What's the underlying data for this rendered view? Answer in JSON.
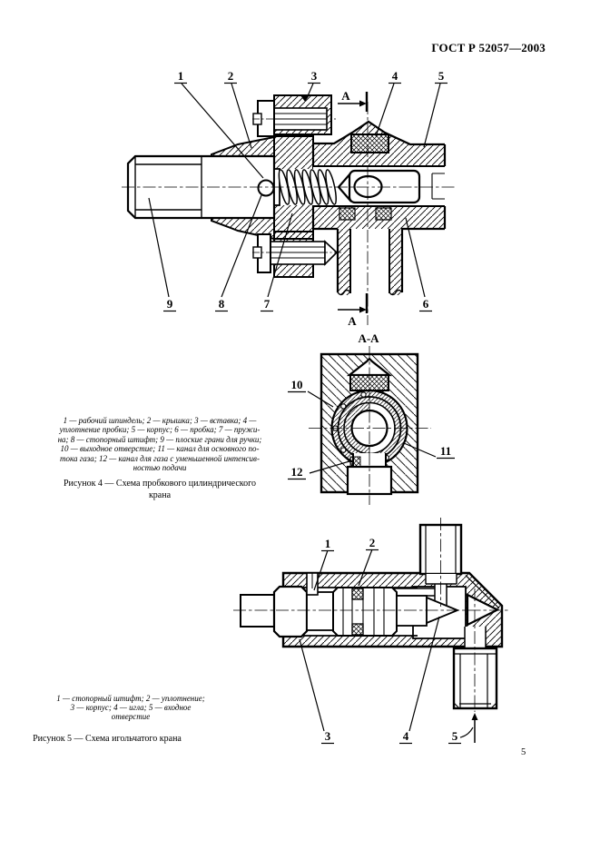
{
  "header": {
    "standard_code": "ГОСТ Р 52057—2003"
  },
  "figure4": {
    "callouts": [
      "1",
      "2",
      "3",
      "4",
      "5",
      "6",
      "7",
      "8",
      "9"
    ],
    "section_marker": "А",
    "section_view": {
      "label": "А-А",
      "callouts": [
        "10",
        "11",
        "12"
      ]
    },
    "legend_lines": [
      "1 — рабочий шпиндель; 2 — крышка; 3 — вставка; 4 —",
      "уплотнение пробки; 5 — корпус; 6 — пробка; 7 — пружи-",
      "на; 8 — стопорный штифт; 9 — плоские грани для ручки;",
      "10 — выходное отверстие; 11 — канал для основного по-",
      "тока газа; 12 — канал для газа с уменьшенной интенсив-",
      "ностью подачи"
    ],
    "caption_lines": [
      "Рисунок 4 — Схема пробкового цилиндрического",
      "крана"
    ]
  },
  "figure5": {
    "callouts": [
      "1",
      "2",
      "3",
      "4",
      "5"
    ],
    "legend_lines": [
      "1 — стопорный штифт; 2 — уплотнение;",
      "3 — корпус; 4 — игла; 5 — входное",
      "отверстие"
    ],
    "caption": "Рисунок 5 — Схема игольчатого крана"
  },
  "page_number": "5"
}
